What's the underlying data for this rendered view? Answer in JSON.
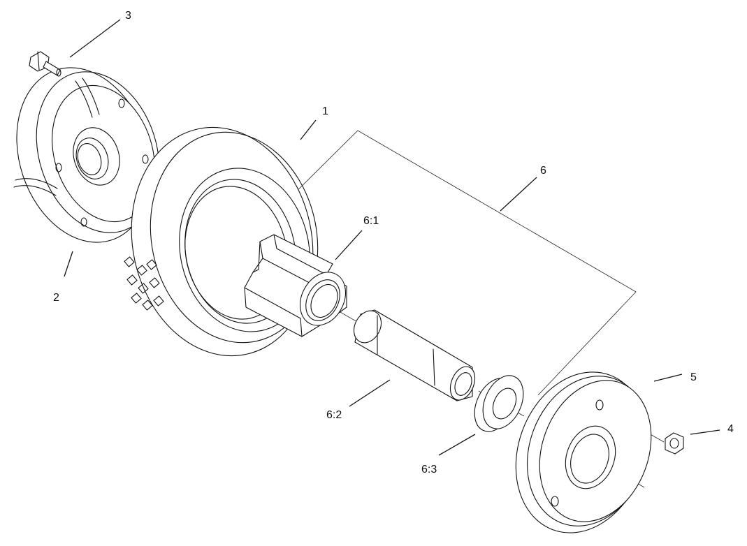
{
  "callouts": {
    "part_1": "1",
    "part_2": "2",
    "part_3": "3",
    "part_4": "4",
    "part_5": "5",
    "part_6": "6",
    "part_6_1": "6:1",
    "part_6_2": "6:2",
    "part_6_3": "6:3"
  }
}
